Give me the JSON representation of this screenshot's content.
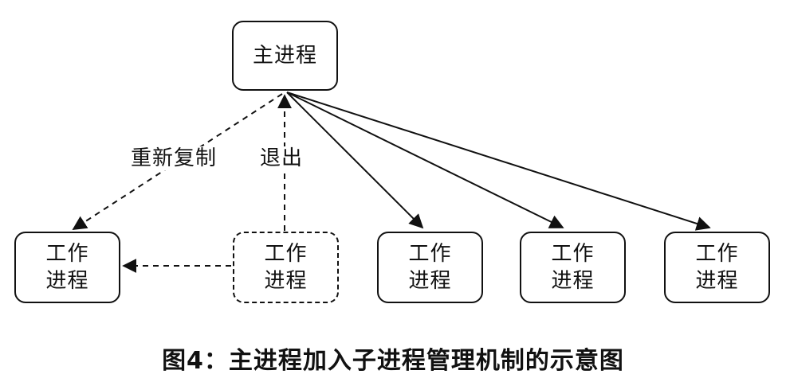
{
  "diagram": {
    "master": {
      "label": "主进程"
    },
    "workers": [
      {
        "line1": "工作",
        "line2": "进程"
      },
      {
        "line1": "工作",
        "line2": "进程"
      },
      {
        "line1": "工作",
        "line2": "进程"
      },
      {
        "line1": "工作",
        "line2": "进程"
      },
      {
        "line1": "工作",
        "line2": "进程"
      }
    ],
    "edge_labels": {
      "refork": "重新复制",
      "exit": "退出"
    },
    "caption": "图4：主进程加入子进程管理机制的示意图"
  }
}
